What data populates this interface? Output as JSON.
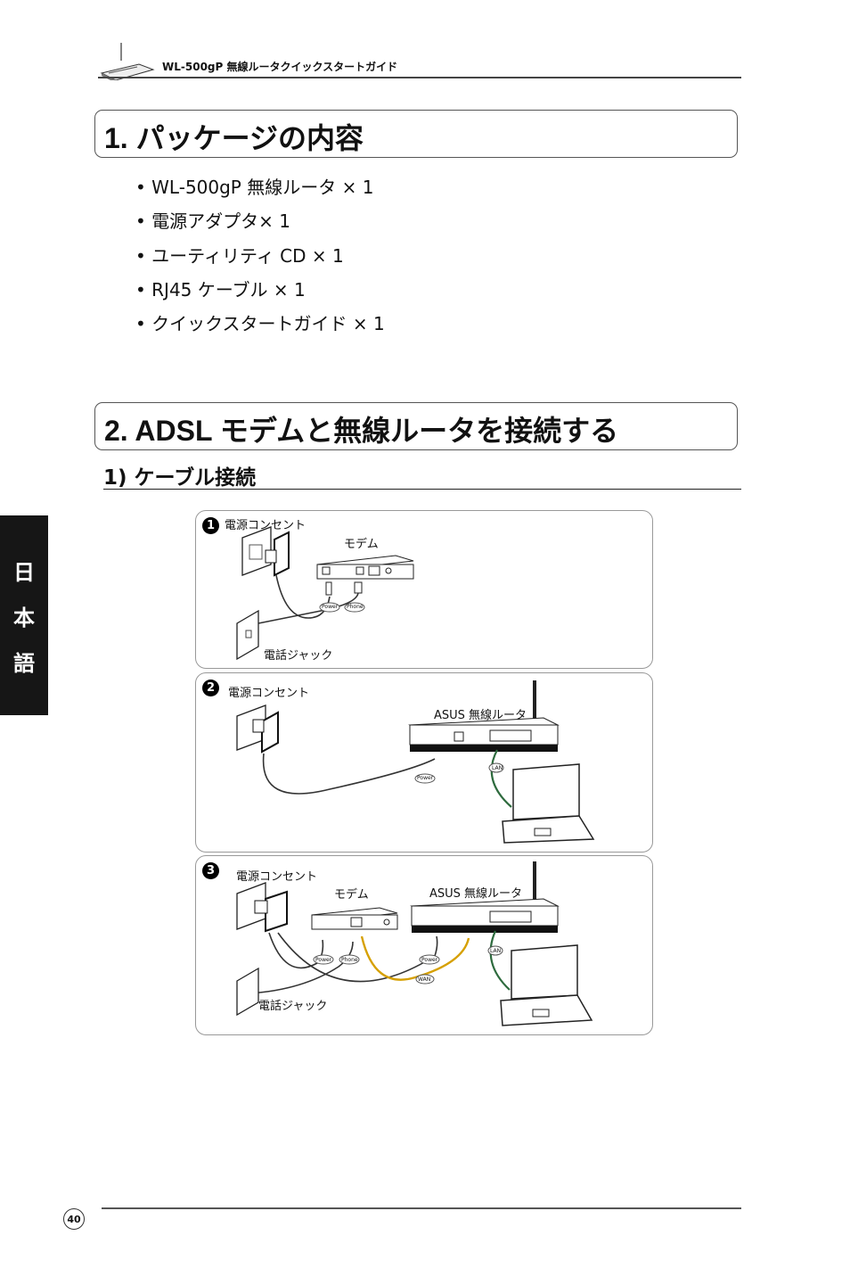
{
  "header": {
    "title": "WL-500gP 無線ルータクイックスタートガイド"
  },
  "section1": {
    "heading": "1. パッケージの内容",
    "items": [
      "• WL-500gP 無線ルータ × 1",
      "• 電源アダプタ× 1",
      "• ユーティリティ CD × 1",
      "• RJ45 ケーブル × 1",
      "• クイックスタートガイド × 1"
    ]
  },
  "section2": {
    "heading": "2. ADSL モデムと無線ルータを接続する",
    "subheading": "1) ケーブル接続"
  },
  "sidebar": {
    "chars": [
      "日",
      "本",
      "語"
    ]
  },
  "diagram1": {
    "number": "1",
    "outlet": "電源コンセント",
    "modem": "モデム",
    "power": "Power",
    "phone": "Phone",
    "jack": "電話ジャック"
  },
  "diagram2": {
    "number": "2",
    "outlet": "電源コンセント",
    "router": "ASUS 無線ルータ",
    "lan": "LAN",
    "power": "Power"
  },
  "diagram3": {
    "number": "3",
    "outlet": "電源コンセント",
    "modem": "モデム",
    "router": "ASUS 無線ルータ",
    "power1": "Power",
    "phone": "Phone",
    "power2": "Power",
    "wan": "WAN",
    "lan": "LAN",
    "jack": "電話ジャック"
  },
  "footer": {
    "page_number": "40"
  }
}
